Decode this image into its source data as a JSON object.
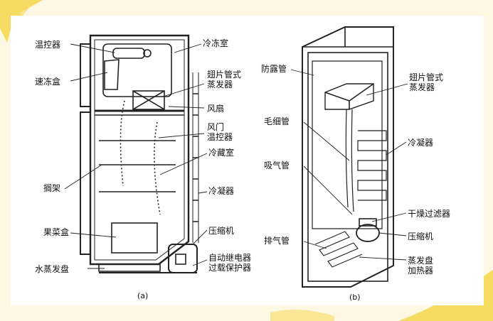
{
  "figure_a": {
    "caption": "(a)",
    "labels": {
      "temp_controller": "温控器",
      "quick_freeze_box": "速冻盒",
      "shelf": "搁架",
      "fruit_veg_box": "果菜盒",
      "water_evap_tray": "水蒸发盘",
      "freezer": "冷冻室",
      "finned_evaporator": "翅片管式\n蒸发器",
      "fan": "风扇",
      "damper_thermostat": "风门\n温控器",
      "fridge_compartment": "冷藏室",
      "condenser": "冷凝器",
      "compressor": "压缩机",
      "relay_protector": "自动继电器\n过载保护器"
    }
  },
  "figure_b": {
    "caption": "(b)",
    "labels": {
      "anti_dew_pipe": "防露管",
      "capillary": "毛细管",
      "suction_pipe": "吸气管",
      "exhaust_pipe": "排气管",
      "finned_evaporator": "翅片管式\n蒸发器",
      "condenser": "冷凝器",
      "dry_filter": "干燥过滤器",
      "compressor": "压缩机",
      "evap_tray_heater": "蒸发盘\n加热器"
    }
  },
  "colors": {
    "background": "#fdf8e4",
    "accent": "#f5d64a",
    "line": "#222222"
  }
}
